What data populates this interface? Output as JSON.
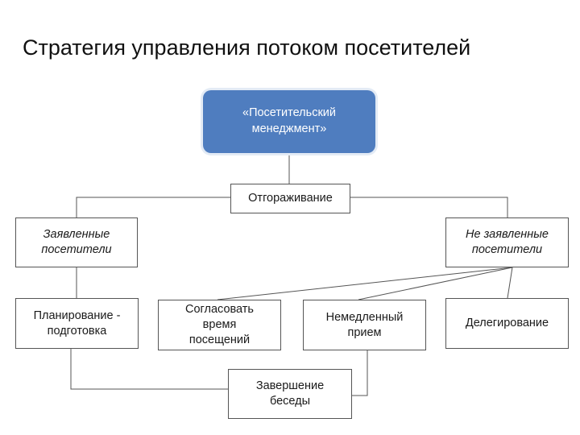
{
  "title": "Стратегия управления потоком посетителей",
  "root": {
    "line1": "«Посетительский",
    "line2": "менеджмент»"
  },
  "nodes": {
    "fencing": "Отгораживание",
    "declared": {
      "line1": "Заявленные",
      "line2": "посетители"
    },
    "undeclared": {
      "line1": "Не заявленные",
      "line2": "посетители"
    },
    "planning": {
      "line1": "Планирование -",
      "line2": "подготовка"
    },
    "schedule": {
      "line1": "Согласовать",
      "line2": "время",
      "line3": "посещений"
    },
    "immediate": {
      "line1": "Немедленный",
      "line2": "прием"
    },
    "delegation": "Делегирование",
    "ending": {
      "line1": "Завершение",
      "line2": "беседы"
    }
  },
  "colors": {
    "root_fill": "#4f7dbf",
    "root_text": "#ffffff",
    "line": "#555555"
  }
}
